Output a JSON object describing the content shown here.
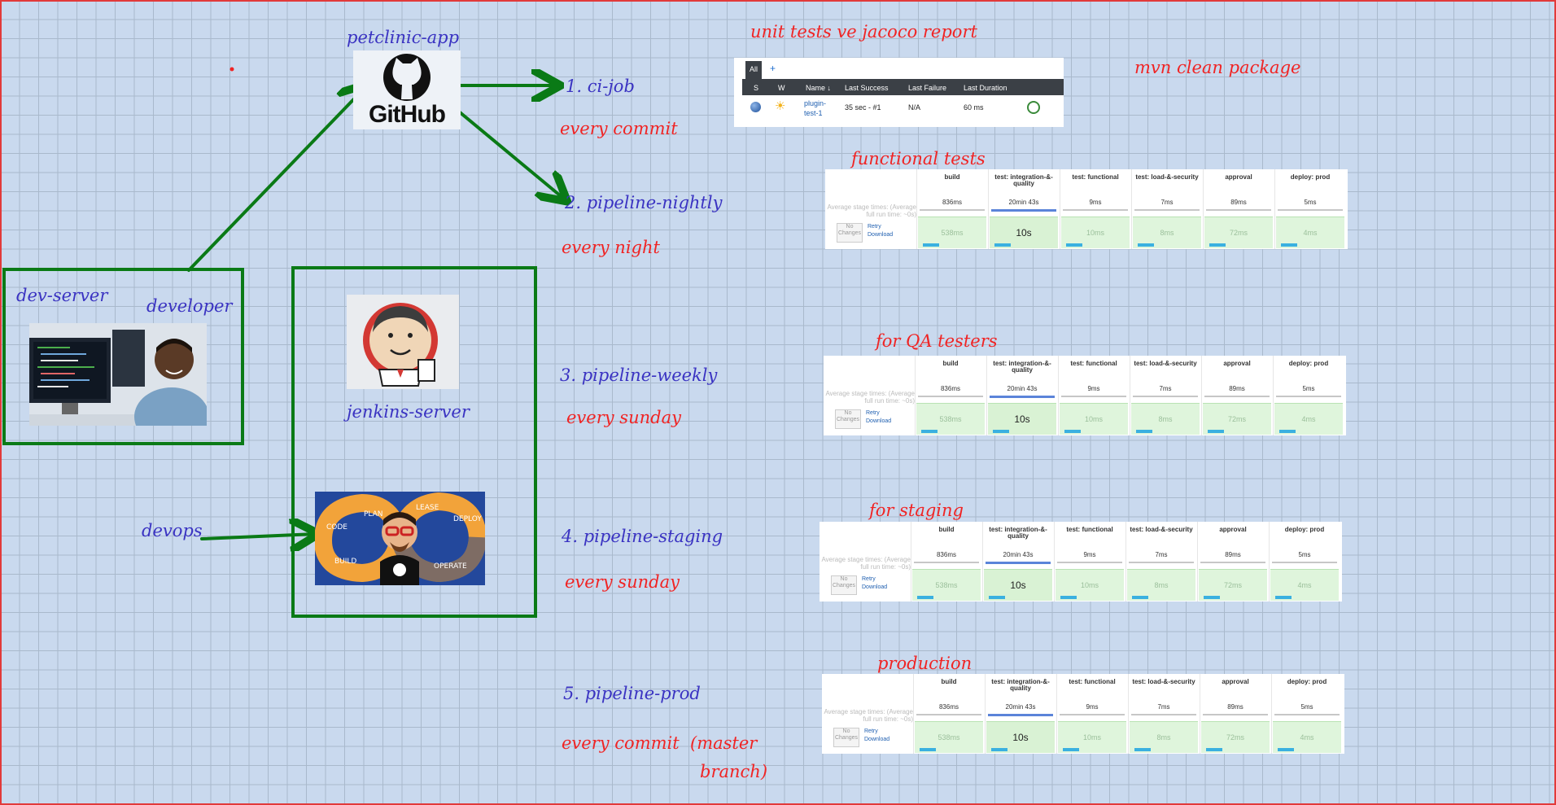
{
  "labels": {
    "petclinic": "petclinic-app",
    "dev_server": "dev-server",
    "developer": "developer",
    "jenkins_server": "jenkins-server",
    "devops": "devops",
    "github_logo": "GitHub"
  },
  "pipelines": [
    {
      "name": "1. ci-job",
      "schedule": "every commit",
      "caption": "unit tests ve jacoco report",
      "extra": "mvn clean package"
    },
    {
      "name": "2. pipeline-nightly",
      "schedule": "every night",
      "caption": "functional tests"
    },
    {
      "name": "3. pipeline-weekly",
      "schedule": "every sunday",
      "caption": "for QA testers"
    },
    {
      "name": "4. pipeline-staging",
      "schedule": "every sunday",
      "caption": "for staging"
    },
    {
      "name": "5. pipeline-prod",
      "schedule_line1": "every commit  (master",
      "schedule_line2": "branch)",
      "caption": "production"
    }
  ],
  "job_table": {
    "tab_all": "All",
    "tab_add": "+",
    "headers": [
      "S",
      "W",
      "Name ↓",
      "Last Success",
      "Last Failure",
      "Last Duration"
    ],
    "row": {
      "name": "plugin-test-1",
      "last_success": "35 sec - #1",
      "last_failure": "N/A",
      "last_duration": "60 ms"
    }
  },
  "stage_view": {
    "avg_label": "Average stage times: (Average full run time: ~0s)",
    "no_changes": "No Changes",
    "retry": "Retry",
    "download": "Download",
    "stages": [
      {
        "name": "build",
        "avg": "836ms",
        "cell": "538ms"
      },
      {
        "name": "test: integration-&-quality",
        "avg": "20min 43s",
        "cell": "10s"
      },
      {
        "name": "test: functional",
        "avg": "9ms",
        "cell": "10ms"
      },
      {
        "name": "test: load-&-security",
        "avg": "7ms",
        "cell": "8ms"
      },
      {
        "name": "approval",
        "avg": "89ms",
        "cell": "72ms"
      },
      {
        "name": "deploy: prod",
        "avg": "5ms",
        "cell": "4ms"
      }
    ]
  },
  "colors": {
    "blue_text": "#3a33c2",
    "red_text": "#f02424",
    "green_box": "#0a7a16",
    "grid_bg": "#c9d9ee"
  }
}
